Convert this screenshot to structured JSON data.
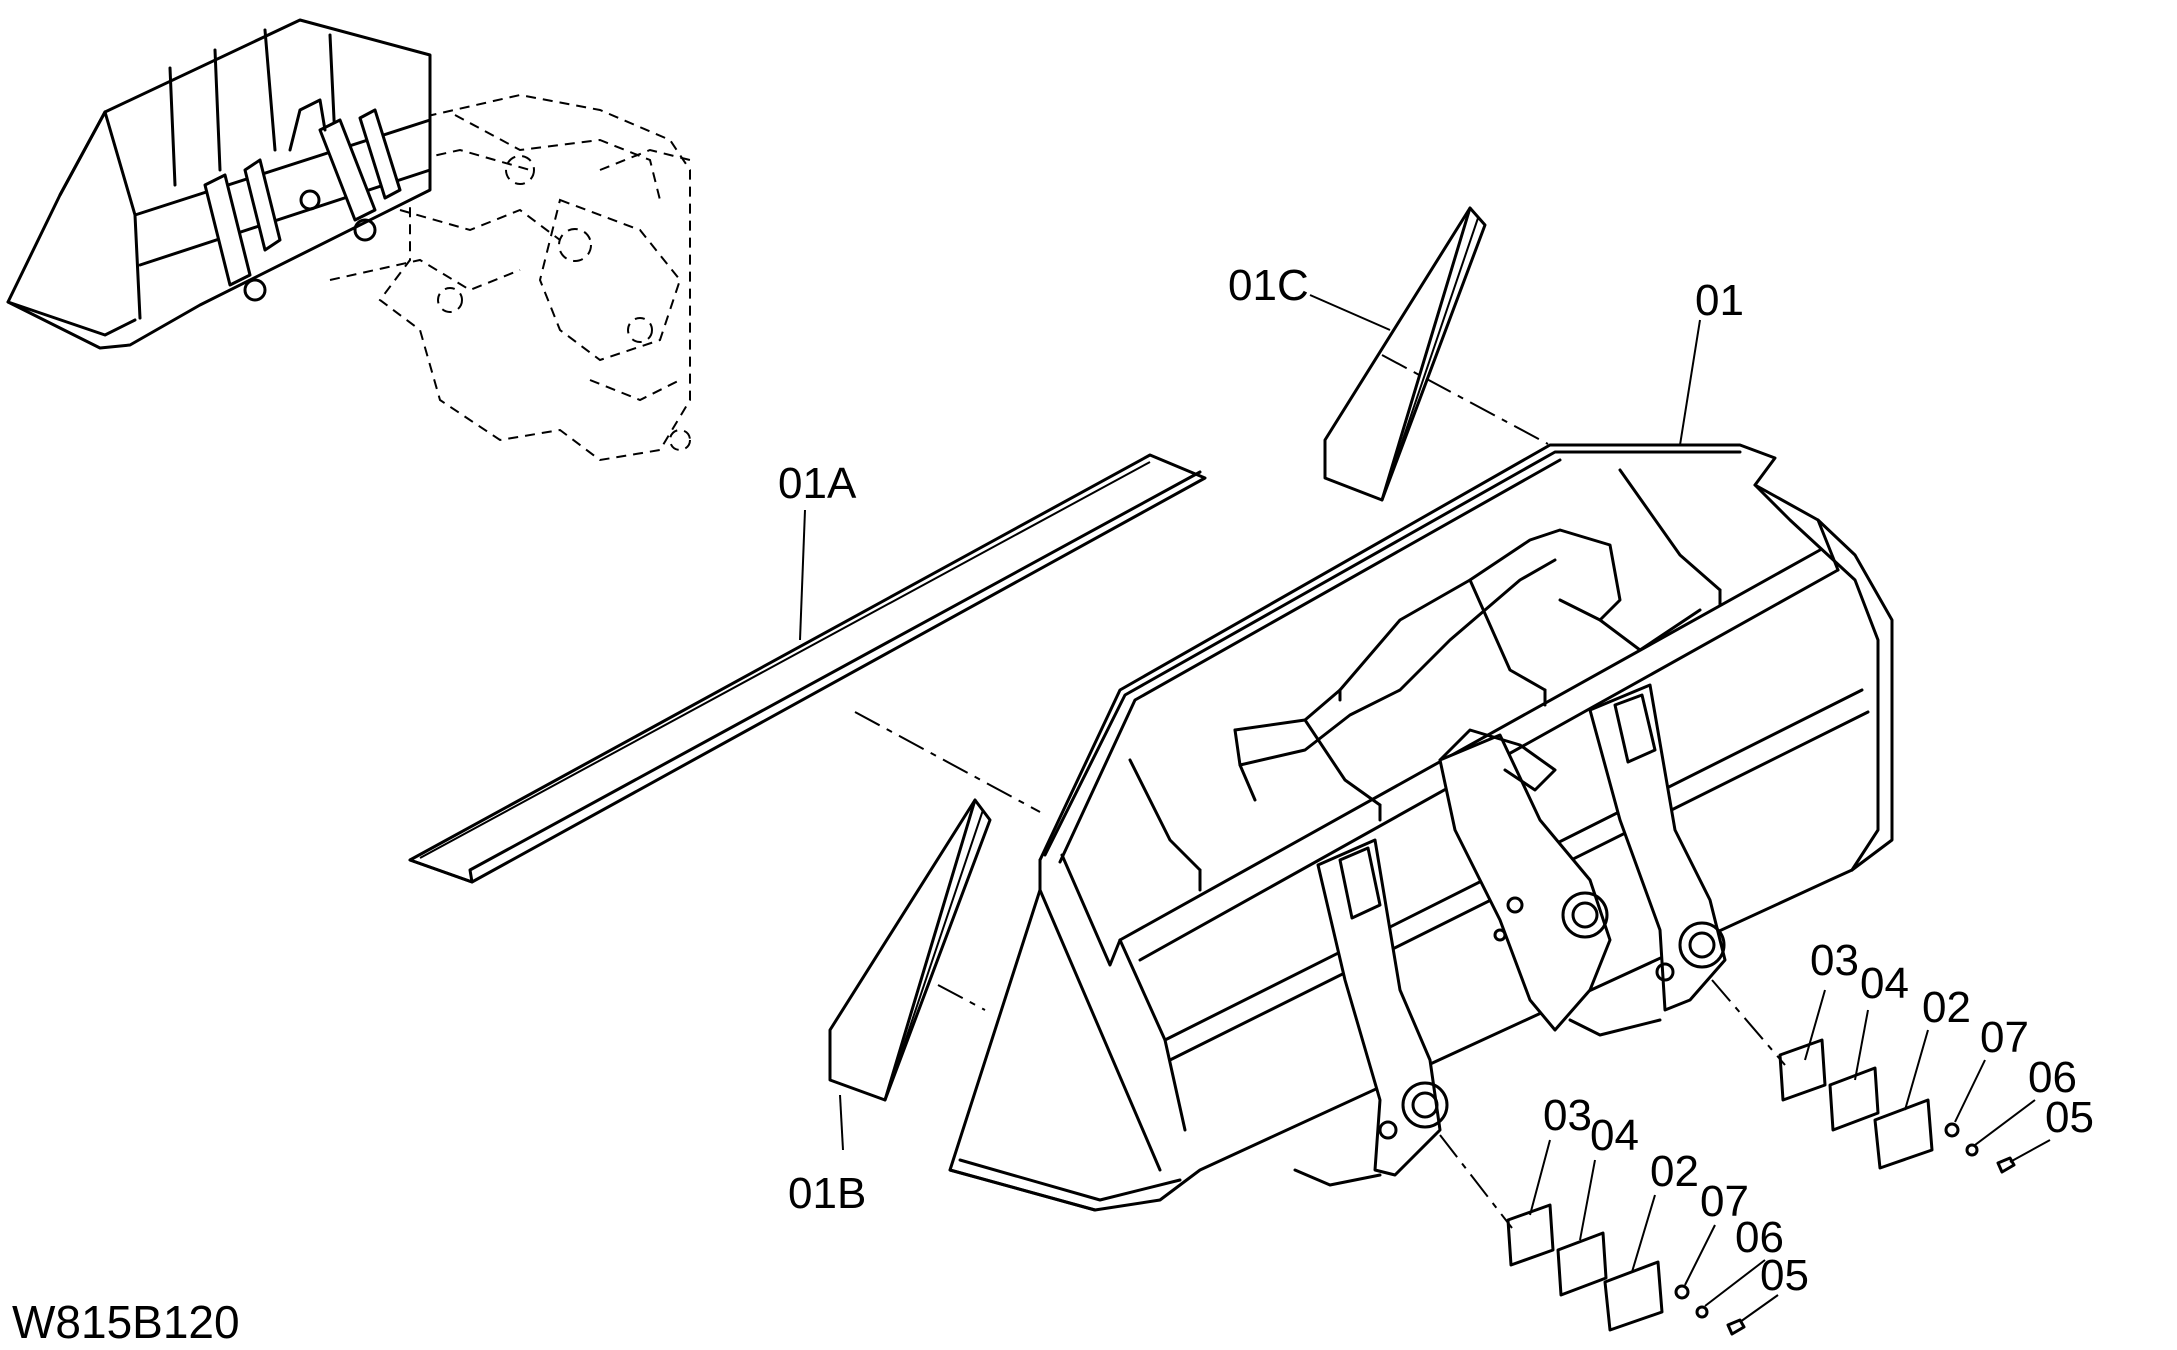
{
  "diagram": {
    "drawing_code": "W815B120",
    "part_labels": {
      "p01": "01",
      "p01A": "01A",
      "p01B": "01B",
      "p01C": "01C",
      "right_group": {
        "p03": "03",
        "p04": "04",
        "p02": "02",
        "p07": "07",
        "p06": "06",
        "p05": "05"
      },
      "left_group": {
        "p03": "03",
        "p04": "04",
        "p02": "02",
        "p07": "07",
        "p06": "06",
        "p05": "05"
      }
    }
  }
}
